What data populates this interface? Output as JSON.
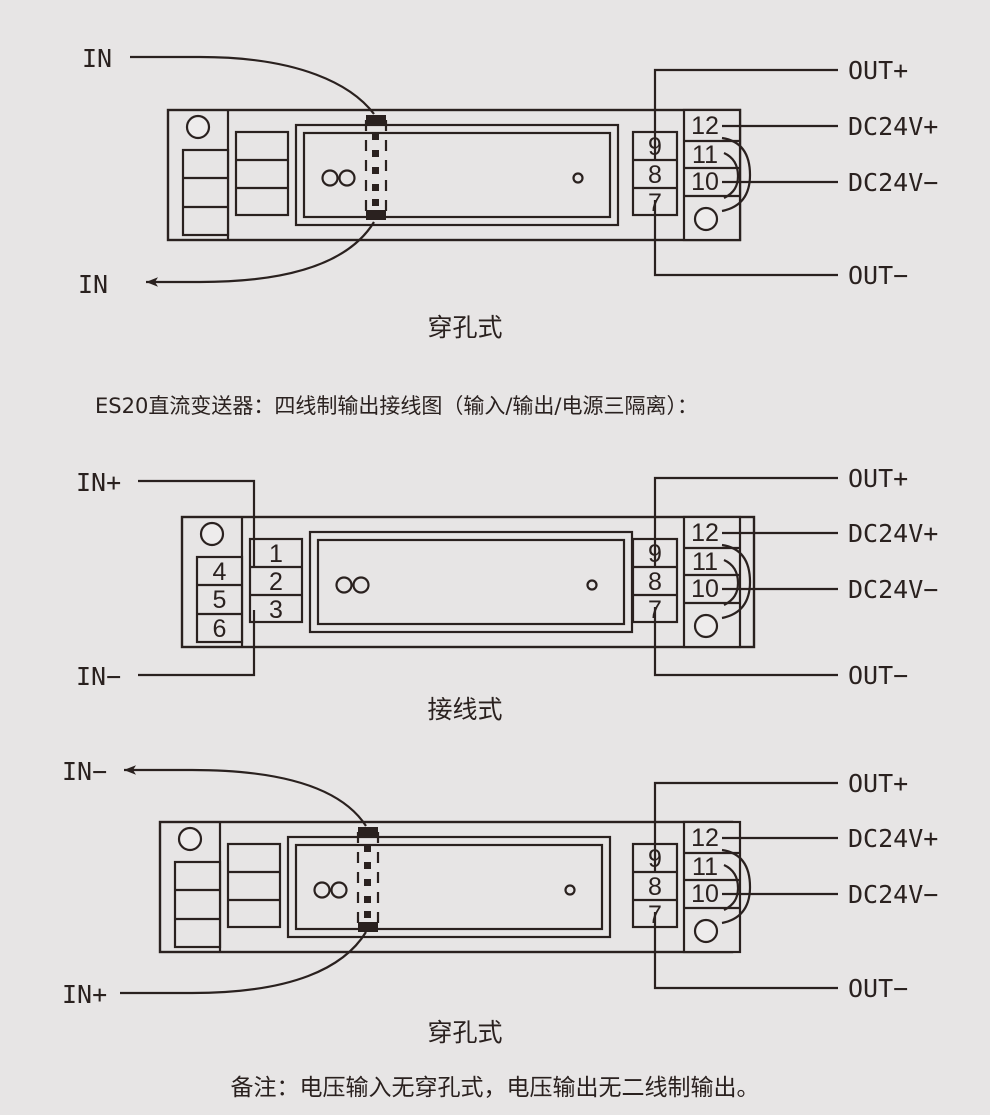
{
  "document": {
    "title": "ES20直流变送器接线图",
    "background_color": "#e7e5e5",
    "line_color": "#2a211f"
  },
  "heading": {
    "text": "ES20直流变送器：四线制输出接线图（输入/输出/电源三隔离）："
  },
  "footer_note": {
    "text": "备注：电压输入无穿孔式，电压输出无二线制输出。"
  },
  "shared": {
    "right_inner_terminals": [
      "9",
      "8",
      "7"
    ],
    "right_outer_terminals": [
      "12",
      "11",
      "10"
    ],
    "right_labels": {
      "out_plus": "OUT+",
      "dc24v_plus": "DC24V+",
      "dc24v_minus": "DC24V−",
      "out_minus": "OUT−"
    }
  },
  "diagrams": [
    {
      "id": "diagram-1",
      "caption": "穿孔式",
      "type": "through-hole",
      "left_labels": {
        "top": "IN",
        "bottom": "IN"
      },
      "left_inner_terminals": [
        "",
        "",
        ""
      ],
      "left_outer_terminals": [
        "",
        "",
        ""
      ],
      "right_inner_terminals": [
        "9",
        "8",
        "7"
      ],
      "right_outer_terminals": [
        "12",
        "11",
        "10"
      ],
      "right_labels": {
        "out_plus": "OUT+",
        "dc24v_plus": "DC24V+",
        "dc24v_minus": "DC24V−",
        "out_minus": "OUT−"
      },
      "arrow_on": "bottom"
    },
    {
      "id": "diagram-2",
      "caption": "接线式",
      "type": "terminal",
      "left_labels": {
        "top": "IN+",
        "bottom": "IN−"
      },
      "left_inner_terminals": [
        "1",
        "2",
        "3"
      ],
      "left_outer_terminals": [
        "4",
        "5",
        "6"
      ],
      "right_inner_terminals": [
        "9",
        "8",
        "7"
      ],
      "right_outer_terminals": [
        "12",
        "11",
        "10"
      ],
      "right_labels": {
        "out_plus": "OUT+",
        "dc24v_plus": "DC24V+",
        "dc24v_minus": "DC24V−",
        "out_minus": "OUT−"
      },
      "arrow_on": "none"
    },
    {
      "id": "diagram-3",
      "caption": "穿孔式",
      "type": "through-hole",
      "left_labels": {
        "top": "IN−",
        "bottom": "IN+"
      },
      "left_inner_terminals": [
        "",
        "",
        ""
      ],
      "left_outer_terminals": [
        "",
        "",
        ""
      ],
      "right_inner_terminals": [
        "9",
        "8",
        "7"
      ],
      "right_outer_terminals": [
        "12",
        "11",
        "10"
      ],
      "right_labels": {
        "out_plus": "OUT+",
        "dc24v_plus": "DC24V+",
        "dc24v_minus": "DC24V−",
        "out_minus": "OUT−"
      },
      "arrow_on": "top"
    }
  ]
}
